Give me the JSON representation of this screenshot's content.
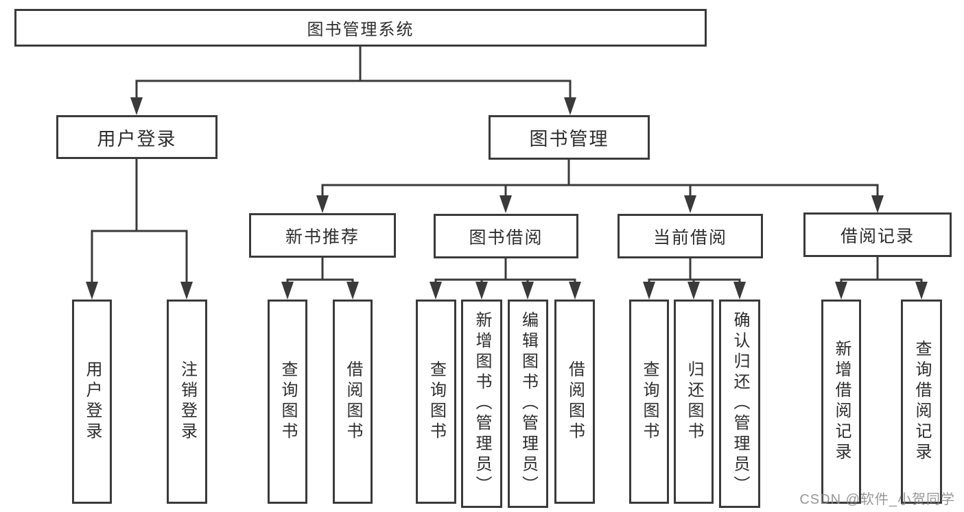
{
  "diagram": {
    "title": "图书管理系统",
    "root": {
      "label": "图书管理系统"
    },
    "level2": [
      {
        "label": "用户登录"
      },
      {
        "label": "图书管理"
      }
    ],
    "level3": [
      {
        "label": "新书推荐"
      },
      {
        "label": "图书借阅"
      },
      {
        "label": "当前借阅"
      },
      {
        "label": "借阅记录"
      }
    ],
    "leaves": {
      "user": [
        "用户登录",
        "注销登录"
      ],
      "newbook": [
        "查询图书",
        "借阅图书"
      ],
      "borrow": [
        "查询图书",
        "新增图书（管理员）",
        "编辑图书（管理员）",
        "借阅图书"
      ],
      "current": [
        "查询图书",
        "归还图书",
        "确认归还（管理员）"
      ],
      "record": [
        "新增借阅记录",
        "查询借阅记录"
      ]
    }
  },
  "watermark": "CSDN @软件_小贺同学",
  "colors": {
    "line": "#3a3a3a",
    "text": "#2d2d2d",
    "box_background": "#ffffff",
    "watermark": "#8c8c8c",
    "background": "#ffffff"
  }
}
